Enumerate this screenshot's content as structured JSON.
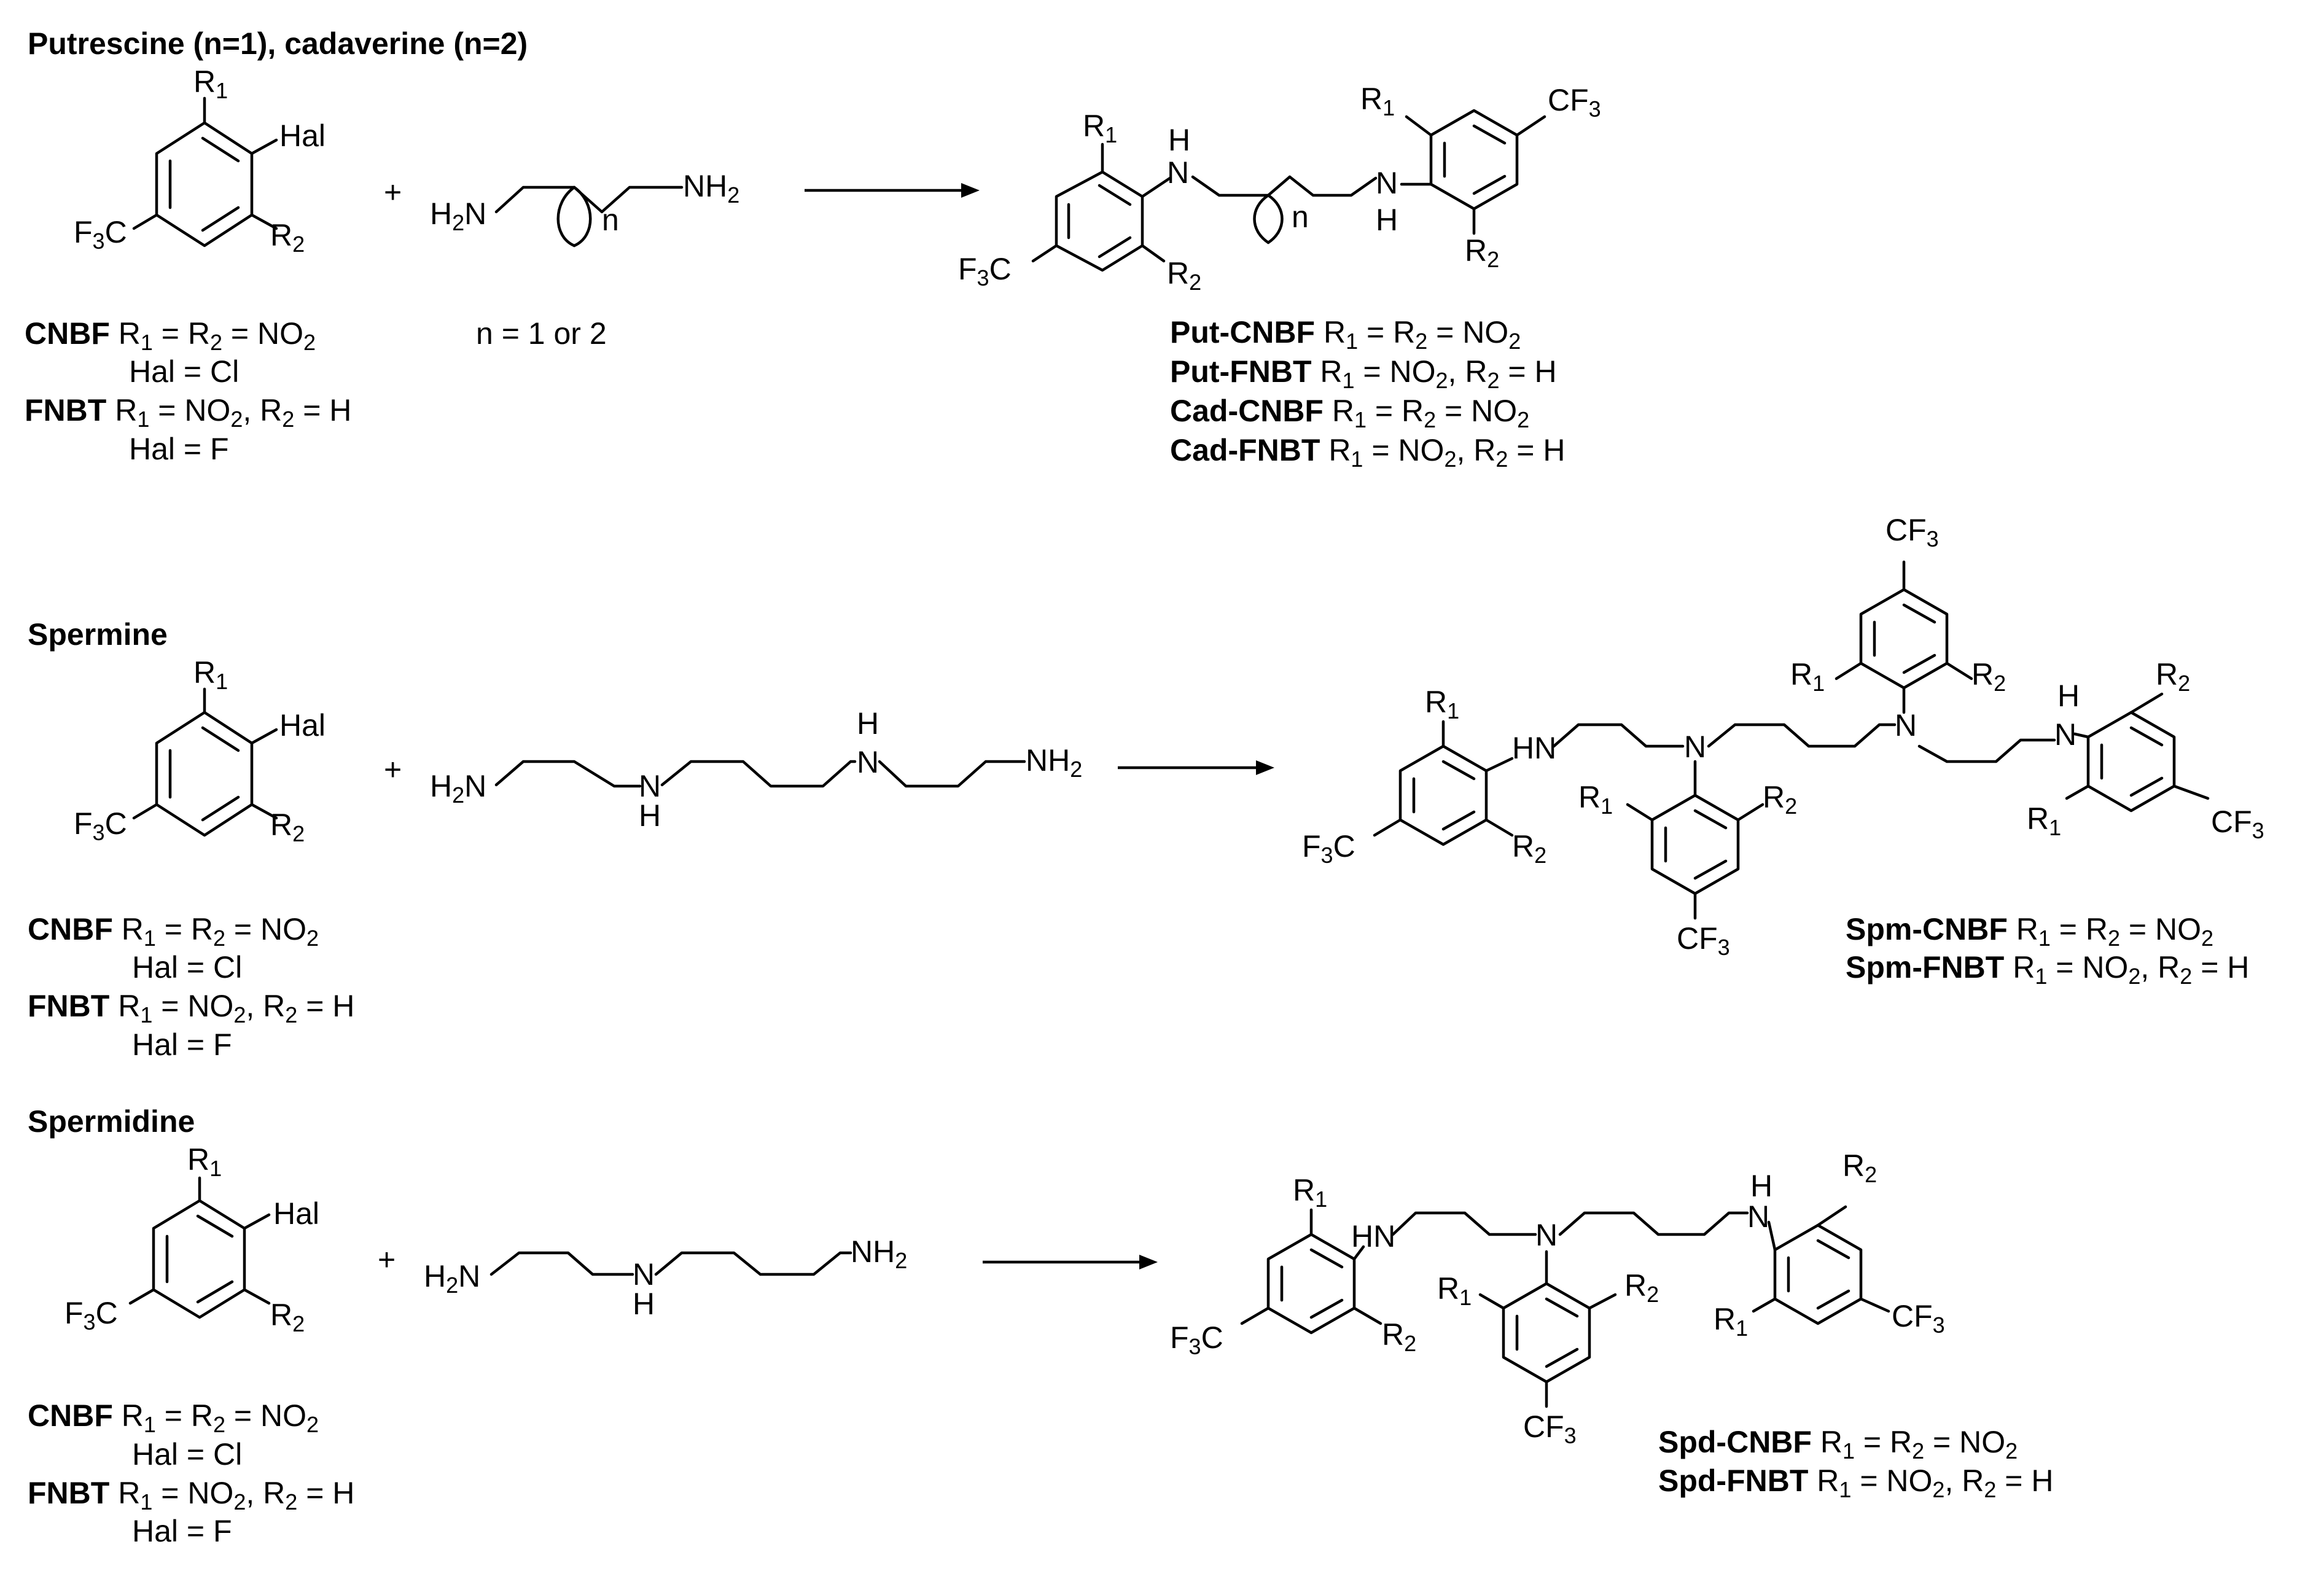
{
  "sections": [
    {
      "title": "Putrescine (n=1), cadaverine (n=2)",
      "reagent_labels": {
        "r1": "R",
        "r1_sub": "1",
        "r2": "R",
        "r2_sub": "2",
        "hal": "Hal",
        "cf3": "F",
        "cf3_sub": "3",
        "cf3_c": "C"
      },
      "amine": {
        "left": "H",
        "left_sub": "2",
        "left_n": "N",
        "right": "NH",
        "right_sub": "2",
        "n": "n",
        "note": "n = 1 or 2"
      },
      "reagents": [
        {
          "name": "CNBF",
          "r": "R",
          "eq": "1 = R",
          "eq2": "2 = NO",
          "eq3": "2",
          "hal": "Hal = Cl"
        },
        {
          "name": "FNBT",
          "r": "R",
          "eq": "1 = NO",
          "eq2": "2, R",
          "eq3": "2 = H",
          "hal": "Hal = F"
        }
      ],
      "products": [
        {
          "name": "Put-CNBF",
          "desc": "R1 = R2 = NO2"
        },
        {
          "name": "Put-FNBT",
          "desc": "R1 = NO2, R2 = H"
        },
        {
          "name": "Cad-CNBF",
          "desc": "R1 = R2 = NO2"
        },
        {
          "name": "Cad-FNBT",
          "desc": "R1 = NO2, R2 = H"
        }
      ]
    },
    {
      "title": "Spermine",
      "products": [
        {
          "name": "Spm-CNBF",
          "desc": "R1 = R2 = NO2"
        },
        {
          "name": "Spm-FNBT",
          "desc": "R1 = NO2, R2 = H"
        }
      ]
    },
    {
      "title": "Spermidine",
      "products": [
        {
          "name": "Spd-CNBF",
          "desc": "R1 = R2 = NO2"
        },
        {
          "name": "Spd-FNBT",
          "desc": "R1 = NO2, R2 = H"
        }
      ]
    }
  ],
  "common": {
    "plus": "+",
    "hn": "HN",
    "n": "N",
    "h": "H",
    "reagent_cnbf": "CNBF",
    "reagent_fnbt": "FNBT",
    "hal_cl": "Hal = Cl",
    "hal_f": "Hal = F"
  }
}
